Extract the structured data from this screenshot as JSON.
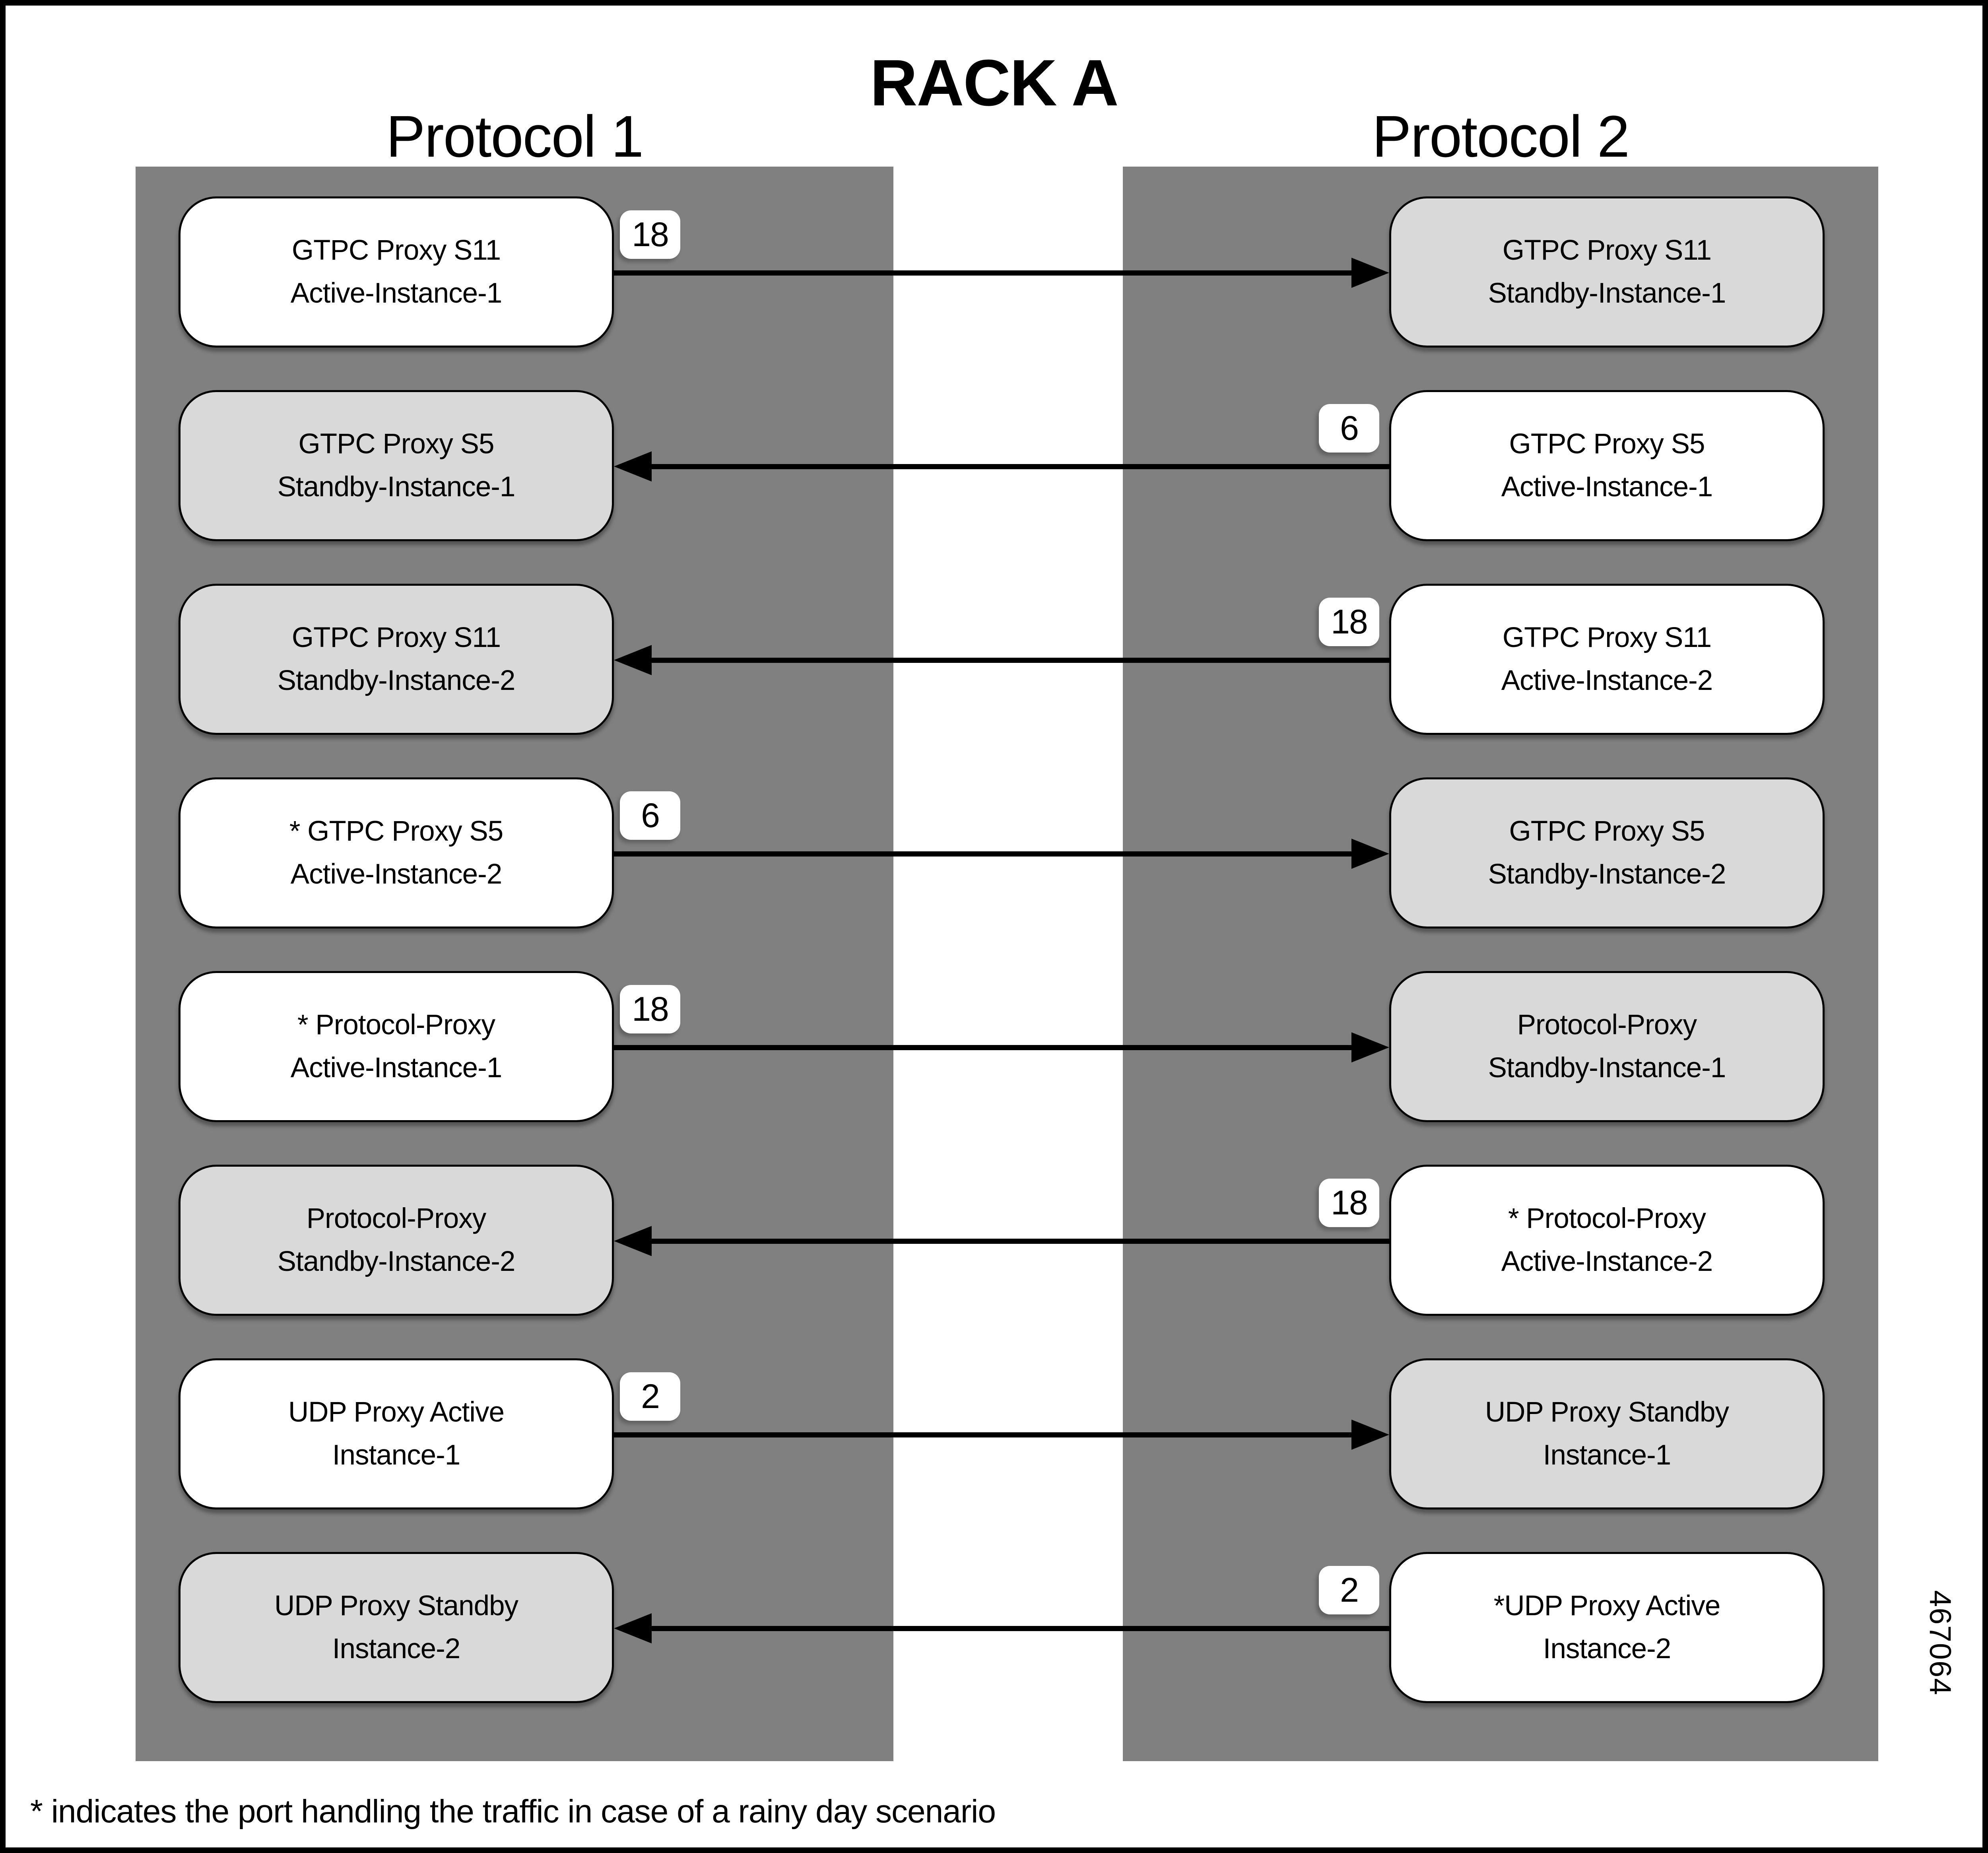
{
  "title": "RACK A",
  "columns": [
    {
      "label": "Protocol 1"
    },
    {
      "label": "Protocol 2"
    }
  ],
  "rows": [
    {
      "left": {
        "line1": "GTPC Proxy S11",
        "line2": "Active-Instance-1",
        "variant": "active"
      },
      "right": {
        "line1": "GTPC Proxy S11",
        "line2": "Standby-Instance-1",
        "variant": "standby"
      },
      "direction": "right",
      "port": "18"
    },
    {
      "left": {
        "line1": "GTPC Proxy S5",
        "line2": "Standby-Instance-1",
        "variant": "standby"
      },
      "right": {
        "line1": "GTPC Proxy S5",
        "line2": "Active-Instance-1",
        "variant": "active"
      },
      "direction": "left",
      "port": "6"
    },
    {
      "left": {
        "line1": "GTPC Proxy S11",
        "line2": "Standby-Instance-2",
        "variant": "standby"
      },
      "right": {
        "line1": "GTPC Proxy S11",
        "line2": "Active-Instance-2",
        "variant": "active"
      },
      "direction": "left",
      "port": "18"
    },
    {
      "left": {
        "line1": "* GTPC Proxy S5",
        "line2": "Active-Instance-2",
        "variant": "active"
      },
      "right": {
        "line1": "GTPC Proxy S5",
        "line2": "Standby-Instance-2",
        "variant": "standby"
      },
      "direction": "right",
      "port": "6"
    },
    {
      "left": {
        "line1": "* Protocol-Proxy",
        "line2": "Active-Instance-1",
        "variant": "active"
      },
      "right": {
        "line1": "Protocol-Proxy",
        "line2": "Standby-Instance-1",
        "variant": "standby"
      },
      "direction": "right",
      "port": "18"
    },
    {
      "left": {
        "line1": "Protocol-Proxy",
        "line2": "Standby-Instance-2",
        "variant": "standby"
      },
      "right": {
        "line1": "* Protocol-Proxy",
        "line2": "Active-Instance-2",
        "variant": "active"
      },
      "direction": "left",
      "port": "18"
    },
    {
      "left": {
        "line1": "UDP Proxy Active",
        "line2": "Instance-1",
        "variant": "active"
      },
      "right": {
        "line1": "UDP Proxy Standby",
        "line2": "Instance-1",
        "variant": "standby"
      },
      "direction": "right",
      "port": "2"
    },
    {
      "left": {
        "line1": "UDP Proxy Standby",
        "line2": "Instance-2",
        "variant": "standby"
      },
      "right": {
        "line1": "*UDP Proxy Active",
        "line2": "Instance-2",
        "variant": "active"
      },
      "direction": "left",
      "port": "2"
    }
  ],
  "footnote": "* indicates the port handling the traffic in case of a rainy day scenario",
  "figure_number": "467064",
  "colors": {
    "column_gray": "#808080",
    "standby_box_fill": "#d9d9d9",
    "active_box_fill": "#ffffff",
    "line_color": "#000000",
    "background": "#ffffff"
  }
}
